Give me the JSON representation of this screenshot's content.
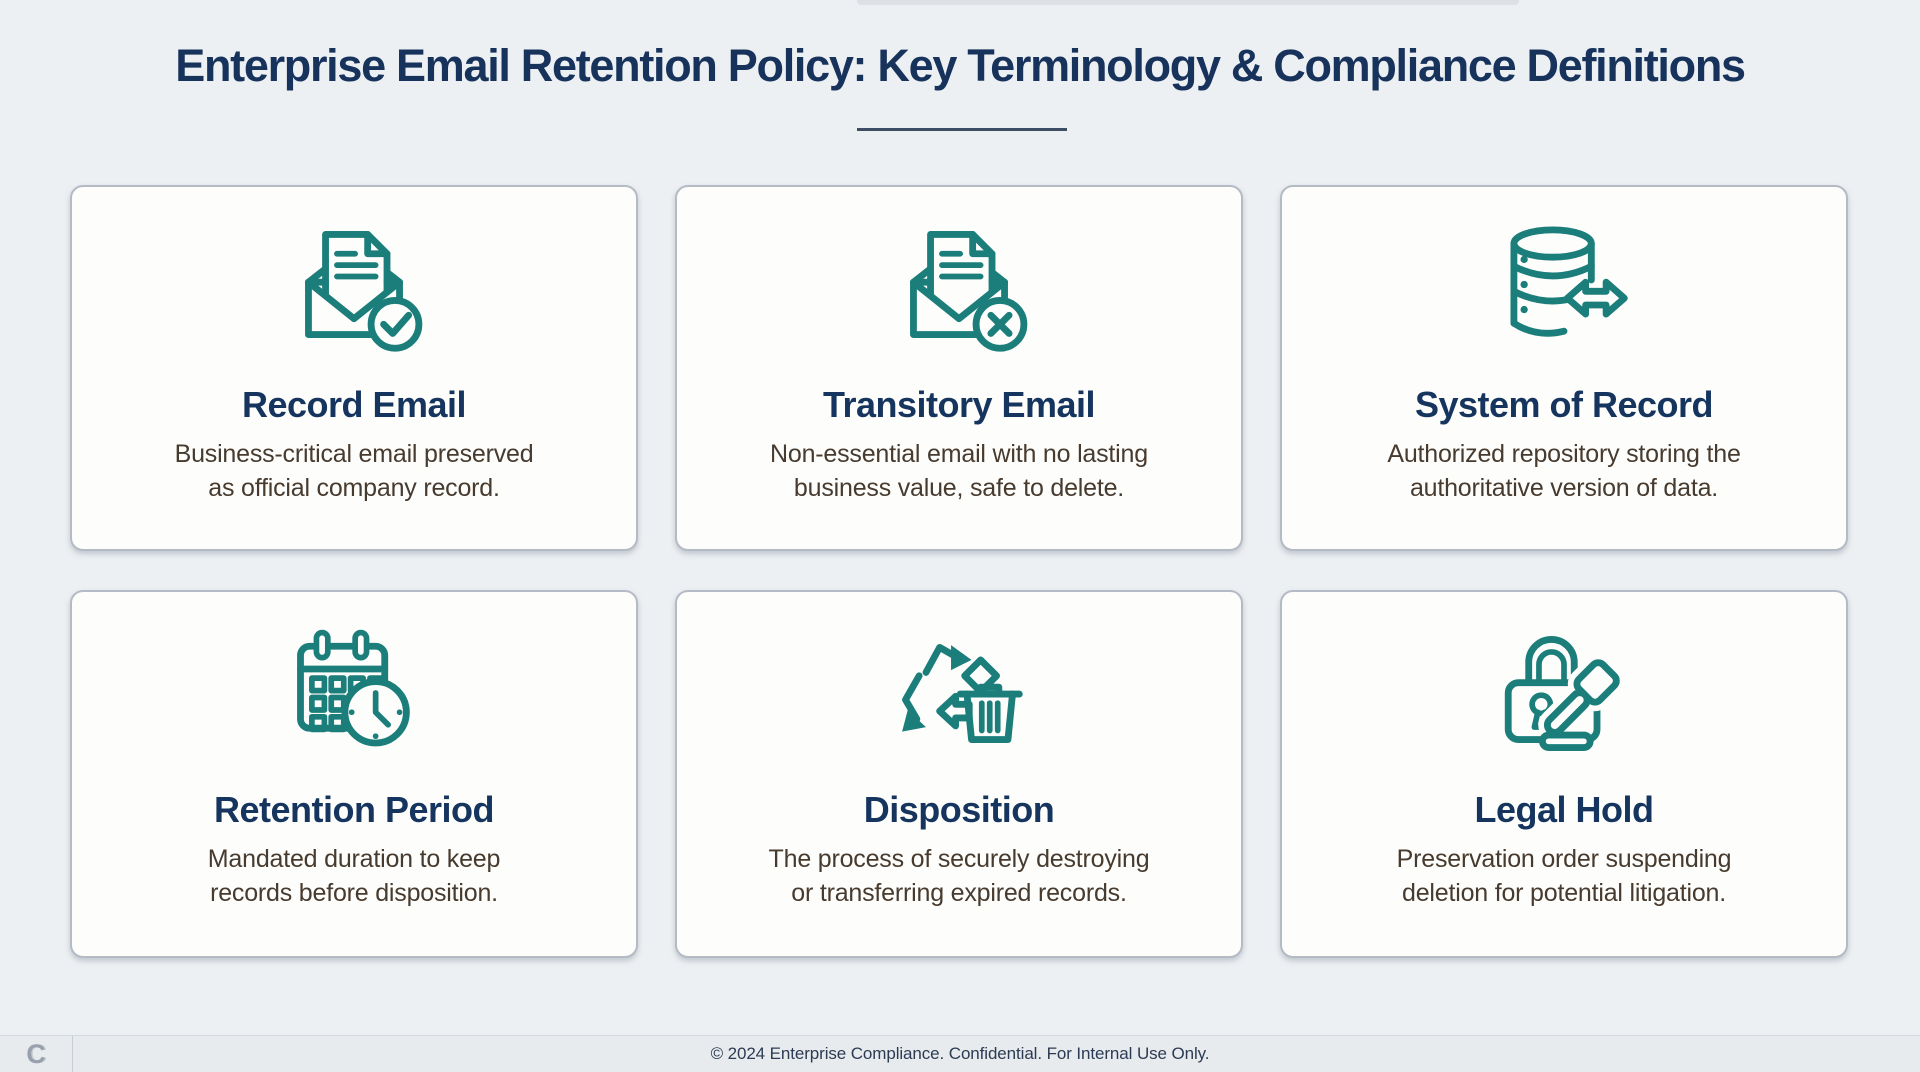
{
  "page": {
    "title": "Enterprise Email Retention Policy: Key Terminology & Compliance Definitions",
    "footer_text": "© 2024 Enterprise Compliance. Confidential. For Internal Use Only.",
    "logo_letter": "C"
  },
  "colors": {
    "accent_teal": "#1c7e7b",
    "title_navy": "#17335c",
    "body_text": "#473a2e",
    "page_bg": "#edf0f3",
    "card_bg": "#fdfdfb",
    "card_border": "#b4bbc5",
    "underline": "#3d4d63",
    "footer_bg": "#e8ebee"
  },
  "cards": [
    {
      "icon": "record-email-icon",
      "title": "Record Email",
      "description": "Business-critical email preserved\nas official company record."
    },
    {
      "icon": "transitory-email-icon",
      "title": "Transitory Email",
      "description": "Non-essential email with no lasting\nbusiness value, safe to delete."
    },
    {
      "icon": "database-sync-icon",
      "title": "System of Record",
      "description": "Authorized repository storing the\nauthoritative version of data."
    },
    {
      "icon": "calendar-clock-icon",
      "title": "Retention Period",
      "description": "Mandated duration to keep\nrecords before disposition."
    },
    {
      "icon": "recycle-trash-icon",
      "title": "Disposition",
      "description": "The process of securely destroying\nor transferring expired records."
    },
    {
      "icon": "lock-gavel-icon",
      "title": "Legal Hold",
      "description": "Preservation order suspending\ndeletion for potential litigation."
    }
  ]
}
